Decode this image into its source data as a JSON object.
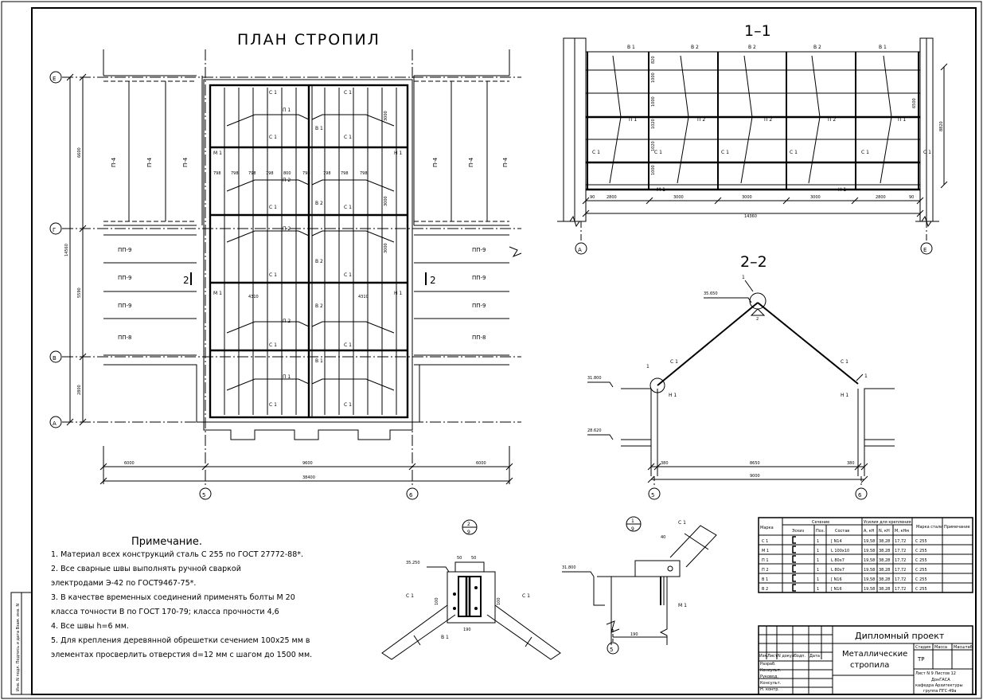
{
  "plan": {
    "title": "ПЛАН СТРОПИЛ",
    "axes_letters": [
      "Е",
      "Г",
      "В",
      "А"
    ],
    "axes_numbers": [
      "5",
      "6"
    ],
    "left_dims": [
      "6600",
      "5590",
      "2800"
    ],
    "left_total": "14560",
    "bottom_dims": [
      "6000",
      "9600",
      "6000"
    ],
    "bottom_total": "38400",
    "panels_p4": [
      "П-4",
      "П-4",
      "П-4"
    ],
    "panels_pp": [
      "ПП-9",
      "ПП-9",
      "ПП-9",
      "ПП-8"
    ],
    "truss_labels": [
      "П 1",
      "П 2",
      "П 2",
      "П 2",
      "П 1"
    ],
    "rod_c1": "С 1",
    "rod_b1": "В 1",
    "rod_b2": "В 2",
    "rod_m1": "М 1",
    "rod_n1": "Н 1",
    "spacing": [
      "798",
      "798",
      "798",
      "798",
      "800",
      "798",
      "798",
      "798",
      "798"
    ],
    "inner_span": "4310",
    "right_dims": [
      "3000",
      "3000",
      "3000"
    ],
    "cut_mark": "2"
  },
  "sec11": {
    "title": "1–1",
    "labels_top": [
      "В 1",
      "В 2",
      "В 2",
      "В 2",
      "В 1"
    ],
    "labels_mid": [
      "П 1",
      "П 2",
      "П 2",
      "П 2",
      "П 1"
    ],
    "labels_c": [
      "С 1",
      "С 1",
      "С 1",
      "С 1",
      "С 1",
      "С 1"
    ],
    "m1": "М 1",
    "n1": "Н 1",
    "vert_dims": [
      "820",
      "1000",
      "1000",
      "1020",
      "1020",
      "1000"
    ],
    "right_dim": "8820",
    "left_dim": "6500",
    "bottom_dims": [
      "2800",
      "3000",
      "3000",
      "3000",
      "2800"
    ],
    "total": "14360",
    "edge": "90",
    "axes": [
      "А",
      "Е"
    ]
  },
  "sec22": {
    "title": "2–2",
    "levels": [
      "35.650",
      "31.800",
      "28.620"
    ],
    "c1": "С 1",
    "n1": "Н 1",
    "node1": "1",
    "node2": "2",
    "dims": [
      "380",
      "8650",
      "380"
    ],
    "total": "9000",
    "axes": [
      "5",
      "6"
    ]
  },
  "node2": {
    "mark": "2",
    "sheet": "9",
    "level": "35.250",
    "c1": "С 1",
    "b1": "В 1",
    "dims": [
      "50",
      "50",
      "100",
      "100",
      "190"
    ]
  },
  "node1": {
    "mark": "1",
    "sheet": "9",
    "level": "31.800",
    "c1": "С 1",
    "m1": "М 1",
    "dims": [
      "40",
      "190"
    ],
    "axis": "5"
  },
  "notes": {
    "heading": "Примечание.",
    "items": [
      "1. Материал всех конструкций сталь С 255 по ГОСТ 27772-88*.",
      "2. Все сварные швы выполнять ручной сваркой",
      "электродами Э-42 по ГОСТ9467-75*.",
      "3. В качестве временных соединений применять болты М 20",
      "класса точности В по ГОСТ 170-79; класса прочности 4,6",
      "4. Все швы h=6 мм.",
      "5. Для крепления деревянной обрешетки сечением 100х25 мм в",
      "элементах просверлить отверстия d=12 мм с шагом до 1500 мм."
    ]
  },
  "spec": {
    "headers": {
      "mark": "Марка",
      "section": "Сечение",
      "sketch": "Эскиз",
      "pos": "Поз.",
      "comp": "Состав",
      "forces": "Усилия для крепления",
      "a": "А, кН",
      "n": "N, кН",
      "m": "М, кНм",
      "steel": "Марка стали",
      "note": "Примечание"
    },
    "rows": [
      [
        "С 1",
        "1",
        "[ N14",
        "19,58",
        "38,28",
        "17,72",
        "С 255"
      ],
      [
        "М 1",
        "1",
        "L 100х10",
        "19,58",
        "38,28",
        "17,72",
        "С 255"
      ],
      [
        "П 1",
        "1",
        "L 80х7",
        "19,58",
        "38,28",
        "17,72",
        "С 255"
      ],
      [
        "П 2",
        "1",
        "L 80х7",
        "19,58",
        "38,28",
        "17,72",
        "С 255"
      ],
      [
        "В 1",
        "1",
        "[ N16",
        "19,58",
        "38,28",
        "17,72",
        "С 255"
      ],
      [
        "В 2",
        "1",
        "[ N16",
        "19,58",
        "38,28",
        "17,72",
        "С 255"
      ]
    ]
  },
  "stamp": {
    "project": "Дипломный проект",
    "name_line1": "Металлические",
    "name_line2": "стропила",
    "stage_hdr": "Стадия",
    "mass_hdr": "Масса",
    "scale_hdr": "Масштаб",
    "stage": "ТР",
    "sheet": "Лист N 9  Листов 12",
    "org1": "ДонГАСА",
    "org2": "кафедра Архитектуры",
    "org3": "группа ПГС-49а",
    "roles": [
      "Разраб.",
      "Консульт.",
      "Руковод.",
      "Консульт.",
      "Н. контр."
    ],
    "cols": [
      "Изм.",
      "Лист",
      "N докум.",
      "Подп.",
      "Дата"
    ]
  },
  "side_strip": "Инв. N подл.  Подпись и дата  Взам. инв. N"
}
